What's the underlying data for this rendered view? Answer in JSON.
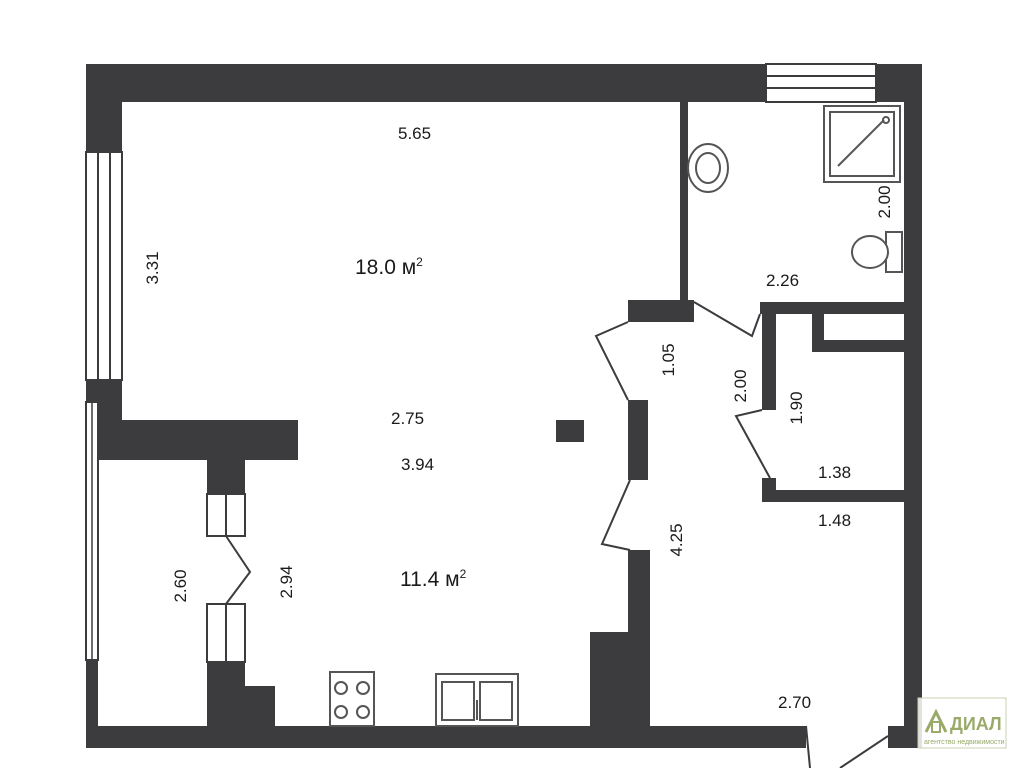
{
  "rooms": [
    {
      "id": "living",
      "area_value": "18.0 м",
      "area_unit_sup": "2"
    },
    {
      "id": "kitchen",
      "area_value": "11.4 м",
      "area_unit_sup": "2"
    }
  ],
  "dimensions": [
    "5.65",
    "3.31",
    "2.75",
    "3.94",
    "2.60",
    "2.94",
    "1.05",
    "2.00",
    "2.26",
    "2.00",
    "1.90",
    "1.38",
    "1.48",
    "4.25",
    "2.70"
  ],
  "logo": {
    "name": "ДИАЛ",
    "tagline": "агентство недвижимости"
  },
  "colors": {
    "wall": "#3c3c3e",
    "logo": "#9aaa6a"
  }
}
